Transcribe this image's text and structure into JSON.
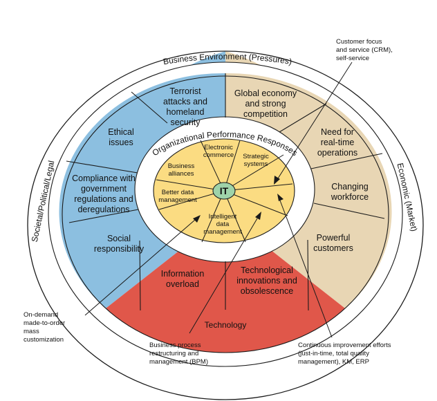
{
  "colors": {
    "societal": "#8cbfe0",
    "economic": "#e8d6b4",
    "technology": "#e0574a",
    "inner": "#fbdc82",
    "it_hub": "#9fd3a9",
    "line": "#1a1a1a"
  },
  "ring_labels": {
    "business_environment": "Business Environment (Pressures)",
    "societal": "Societal/Political/Legal",
    "economic": "Economic (Market)",
    "technology": "Technology",
    "org_responses": "Organizational Performance Responses"
  },
  "pressures": {
    "terrorist": [
      "Terrorist",
      "attacks and",
      "homeland",
      "security"
    ],
    "ethical": [
      "Ethical",
      "issues"
    ],
    "compliance": [
      "Compliance with",
      "government",
      "regulations and",
      "deregulations"
    ],
    "social": [
      "Social",
      "responsibility"
    ],
    "global": [
      "Global economy",
      "and strong",
      "competition"
    ],
    "realtime": [
      "Need for",
      "real-time",
      "operations"
    ],
    "workforce": [
      "Changing",
      "workforce"
    ],
    "customers": [
      "Powerful",
      "customers"
    ],
    "overload": [
      "Information",
      "overload"
    ],
    "innovations": [
      "Technological",
      "innovations and",
      "obsolescence"
    ]
  },
  "responses": {
    "electronic_commerce": [
      "Electronic",
      "commerce"
    ],
    "strategic_systems": [
      "Strategic",
      "systems"
    ],
    "business_alliances": [
      "Business",
      "alliances"
    ],
    "better_data": [
      "Better data",
      "management"
    ],
    "intelligent_data": [
      "Intelligent",
      "data",
      "management"
    ],
    "it": "IT"
  },
  "callouts": {
    "crm": [
      "Customer focus",
      "and service (CRM),",
      "self-service"
    ],
    "on_demand": [
      "On-demand",
      "made-to-order",
      "mass",
      "customization"
    ],
    "bpm": [
      "Business process",
      "restructuring and",
      "management (BPM)"
    ],
    "continuous": [
      "Continuous improvement efforts",
      "(just-in-time, total quality",
      "management), KM, ERP"
    ]
  }
}
